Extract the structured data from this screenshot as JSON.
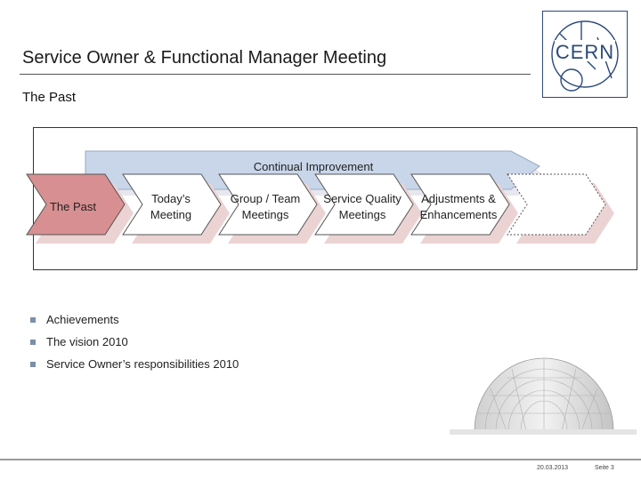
{
  "slide": {
    "title": "Service Owner & Functional Manager Meeting",
    "section": "The Past"
  },
  "logo": {
    "text": "CERN"
  },
  "diagram": {
    "banner": "Continual Improvement",
    "steps": [
      {
        "line1": "The Past",
        "line2": "",
        "highlighted": true
      },
      {
        "line1": "Today’s",
        "line2": "Meeting",
        "highlighted": false
      },
      {
        "line1": "Group / Team",
        "line2": "Meetings",
        "highlighted": false
      },
      {
        "line1": "Service Quality",
        "line2": "Meetings",
        "highlighted": false
      },
      {
        "line1": "Adjustments &",
        "line2": "Enhancements",
        "highlighted": false
      },
      {
        "line1": "",
        "line2": "",
        "highlighted": false
      }
    ],
    "colors": {
      "banner": "#c9d6ea",
      "highlight": "#d88f91",
      "shadow": "#ecd3d3"
    }
  },
  "bullets": [
    "Achievements",
    "The vision 2010",
    "Service Owner’s responsibilities 2010"
  ],
  "footer": {
    "date": "20.03.2013",
    "page": "Seite 3"
  }
}
